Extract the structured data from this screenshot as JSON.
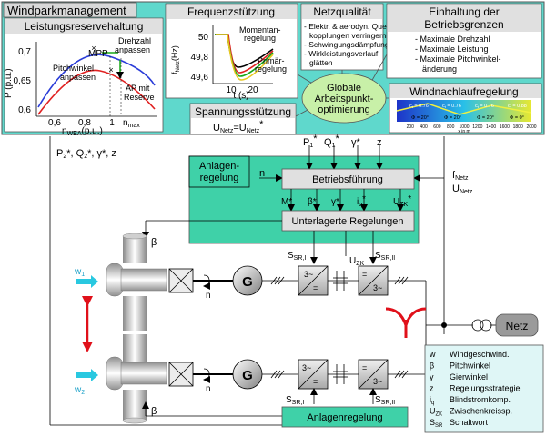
{
  "top_panel": {
    "title": "Windparkmanagement",
    "power_reserve": {
      "title": "Leistungsreservehaltung",
      "y_axis_label": "P (p.u.)",
      "y_ticks": [
        "0,7",
        "0,65",
        "0,6"
      ],
      "x_ticks": [
        "0,6",
        "0,8",
        "1"
      ],
      "x_nmax": "n",
      "x_nmax_sub": "max",
      "x_axis_label": "n",
      "x_axis_label_sub": "WEA",
      "x_axis_unit": "(p.u.)",
      "label_mpp": "MPP",
      "label_speed_1": "Drehzahl",
      "label_speed_2": "anpassen",
      "label_pitch_1": "Pitchwinkel",
      "label_pitch_2": "anpassen",
      "label_ap_1": "AP mit",
      "label_ap_2": "Reserve"
    },
    "frequency": {
      "title": "Frequenzstützung",
      "y_label": "f",
      "y_label_sub": "Netz",
      "y_unit": "(Hz)",
      "y_ticks": [
        "50",
        "49,8",
        "49,6"
      ],
      "x_ticks": [
        "10",
        "20"
      ],
      "x_label": "t (s)",
      "label_moment_1": "Momentan-",
      "label_moment_2": "regelung",
      "label_primary_1": "Primär-",
      "label_primary_2": "regelung"
    },
    "grid_quality": {
      "title": "Netzqualität",
      "items": [
        "- Elektr. & aerodyn. Quer-",
        "kopplungen verringern",
        "- Schwingungsdämpfung",
        "- Wirkleistungsverlauf",
        "glätten"
      ]
    },
    "limits": {
      "title_1": "Einhaltung der",
      "title_2": "Betriebsgrenzen",
      "items": [
        "- Maximale Drehzahl",
        "- Maximale Leistung",
        "- Maximale Pitchwinkel-",
        "änderung"
      ]
    },
    "voltage": {
      "title": "Spannungsstützung",
      "eq_left": "U",
      "eq_left_sub": "Netz",
      "eq_mid": "=U",
      "eq_right_sub": "Netz",
      "eq_star": "*"
    },
    "optimization": {
      "line1": "Globale",
      "line2": "Arbeitspunkt-",
      "line3": "optimierung"
    },
    "wake": {
      "title": "Windnachlaufregelung",
      "x_ticks": [
        "200",
        "400",
        "600",
        "800",
        "1000",
        "1200",
        "1400",
        "1600",
        "1800",
        "2000"
      ],
      "x_unit": "x in m",
      "ct_labels": [
        "c",
        "c",
        "c",
        "c"
      ],
      "ct_values": [
        "= 0.76",
        "= 0.76",
        "= 0.76",
        "= 0.88"
      ],
      "phi_labels": [
        "Φ = 20°",
        "Φ = 20°",
        "Φ = 20°",
        "Φ = 0°"
      ]
    }
  },
  "signals": {
    "p2": "P",
    "p2_sub": "2",
    "p2_rest": "*, Q",
    "q2_sub": "2",
    "q2_rest": "*, γ*, z",
    "p1": "P",
    "p1_sub": "1",
    "p1_star": "*",
    "q1": "Q",
    "q1_sub": "1",
    "q1_star": "*",
    "gamma": "γ*",
    "z": "z",
    "n": "n",
    "f_netz": "f",
    "f_netz_sub": "Netz",
    "u_netz": "U",
    "u_netz_sub": "Netz",
    "m_star": "M*",
    "beta_star": "β*",
    "gamma_star": "γ*",
    "iq": "i",
    "iq_sub": "q",
    "iq_star": "*",
    "uzk": "U",
    "uzk_sub": "ZK",
    "uzk_star": "*",
    "beta_dot": "β̇",
    "s_sr": "S",
    "s_sr_sub_1": "SR,I",
    "s_sr_sub_2": "SR,II",
    "uzk_mid": "U",
    "uzk_mid_sub": "ZK",
    "w1": "w",
    "w1_sub": "1",
    "w2": "w",
    "w2_sub": "2",
    "gen": "G",
    "conv_label": "3~",
    "netz": "Netz"
  },
  "control": {
    "plant_control_1": "Anlagen-",
    "plant_control_2": "regelung",
    "operation_control": "Betriebsführung",
    "sub_controls": "Unterlagerte Regelungen",
    "plant_control_bottom": "Anlagenregelung"
  },
  "legend": [
    {
      "sym": "w",
      "sub": "",
      "text": "Windgeschwind."
    },
    {
      "sym": "β",
      "sub": "",
      "text": "Pitchwinkel"
    },
    {
      "sym": "γ",
      "sub": "",
      "text": "Gierwinkel"
    },
    {
      "sym": "z",
      "sub": "",
      "text": "Regelungsstrategie"
    },
    {
      "sym": "i",
      "sub": "q",
      "text": "Blindstromkomp."
    },
    {
      "sym": "U",
      "sub": "ZK",
      "text": "Zwischenkreissp."
    },
    {
      "sym": "S",
      "sub": "SR",
      "text": "Schaltwort"
    }
  ],
  "colors": {
    "panel_bg": "#5fd8cc",
    "box_bg": "#ffffff",
    "control_bg": "#3fd1a8",
    "gray_box": "#e0e0e0",
    "arrow_red": "#e0101a",
    "wind_cyan": "#29c8e0",
    "curve_blue": "#2a3cd8",
    "curve_red": "#e02020",
    "curve_green": "#18a818"
  }
}
